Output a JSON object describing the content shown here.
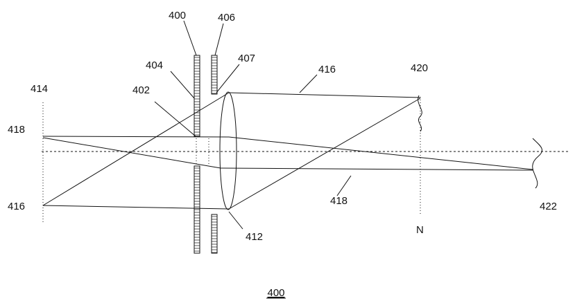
{
  "figure": {
    "caption": "400",
    "labels": {
      "element_400": "400",
      "element_402": "402",
      "element_404": "404",
      "element_406": "406",
      "element_407": "407",
      "ray_416_top": "416",
      "element_420": "420",
      "plane_414": "414",
      "point_418": "418",
      "point_416": "416",
      "ray_418_bottom": "418",
      "lens_412": "412",
      "element_422": "422",
      "plane_N": "N"
    }
  }
}
